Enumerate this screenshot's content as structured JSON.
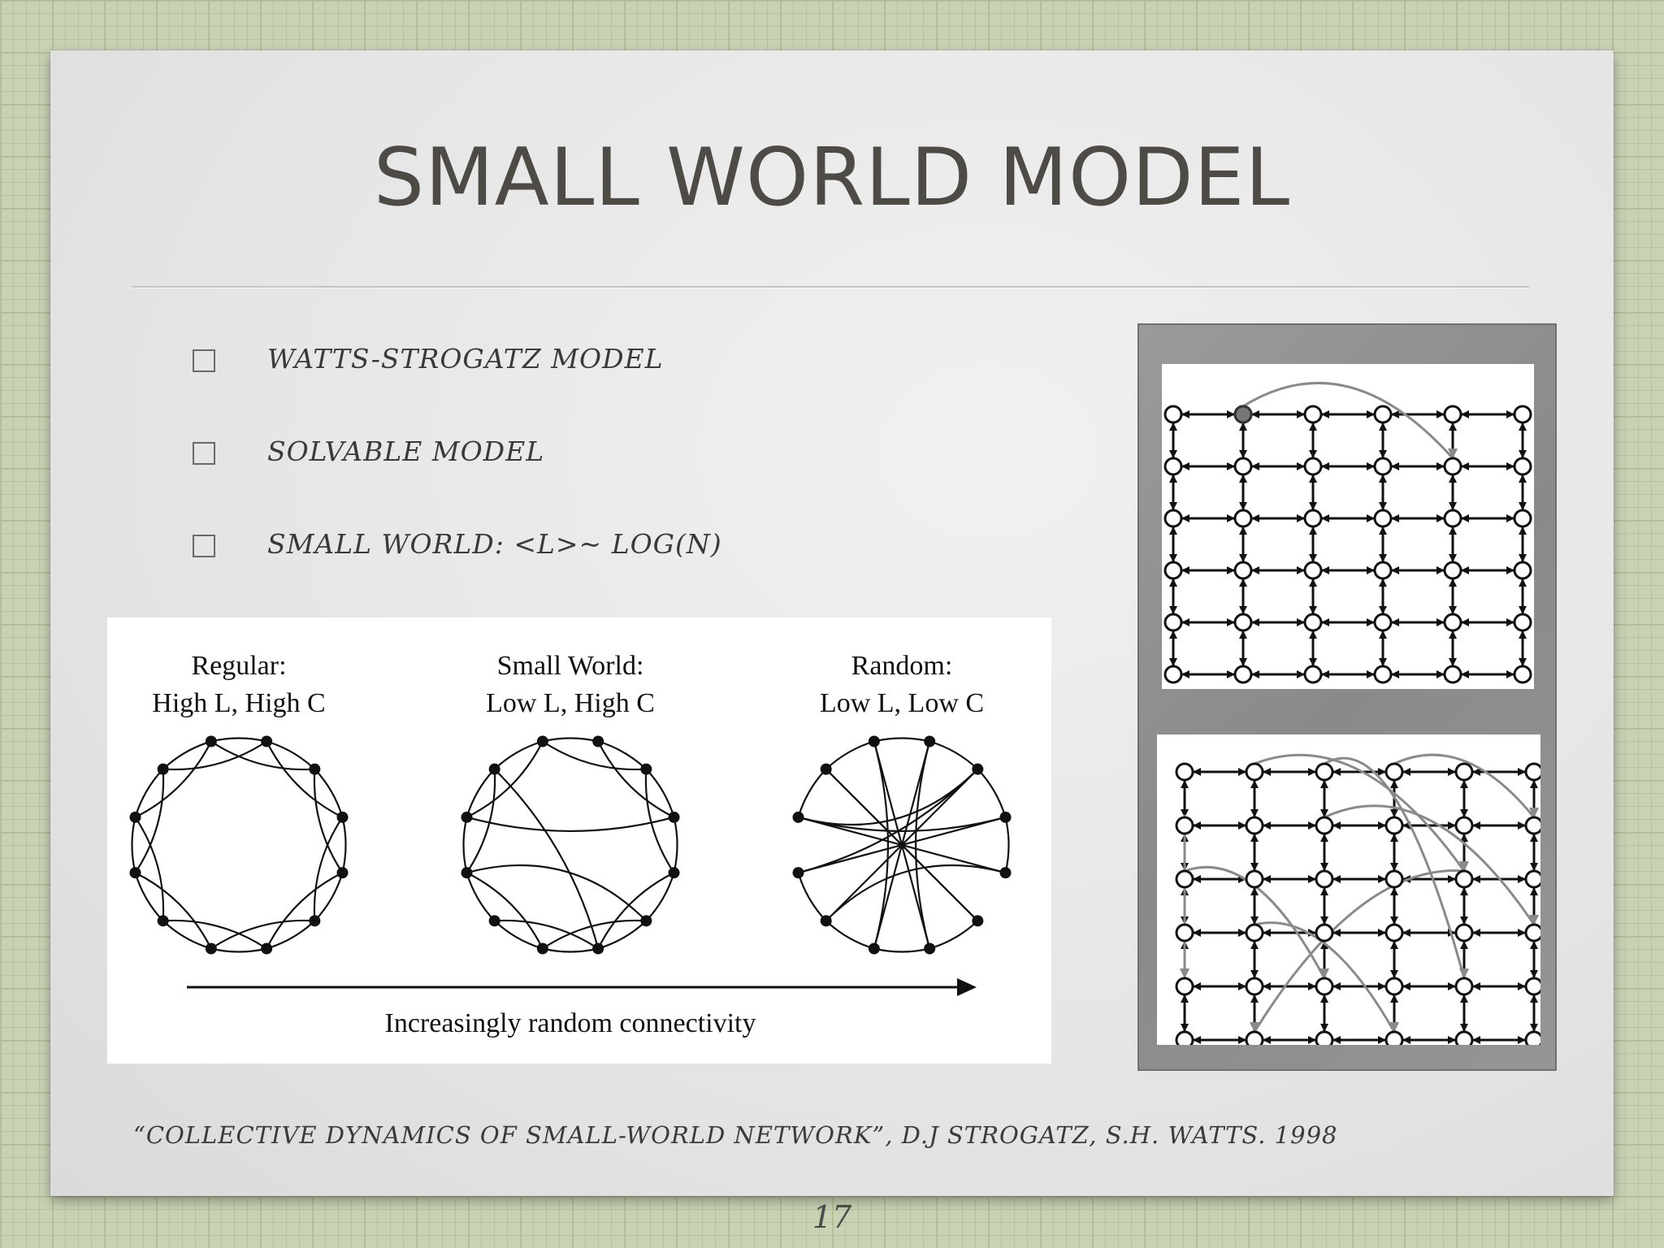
{
  "slide": {
    "title": "SMALL WORLD MODEL",
    "bullets": [
      {
        "text": "WATTS-STROGATZ MODEL"
      },
      {
        "text": "SOLVABLE MODEL"
      },
      {
        "text": "SMALL WORLD: <L>~ LOG(N)"
      }
    ],
    "citation": "“COLLECTIVE DYNAMICS OF SMALL-WORLD NETWORK”, D.J STROGATZ, S.H. WATTS. 1998",
    "page_number": "17"
  },
  "figure": {
    "networks": [
      {
        "name": "Regular:",
        "desc": "High L, High C"
      },
      {
        "name": "Small World:",
        "desc": "Low L, High C"
      },
      {
        "name": "Random:",
        "desc": "Low L, Low C"
      }
    ],
    "arrow_label": "Increasingly random connectivity"
  }
}
